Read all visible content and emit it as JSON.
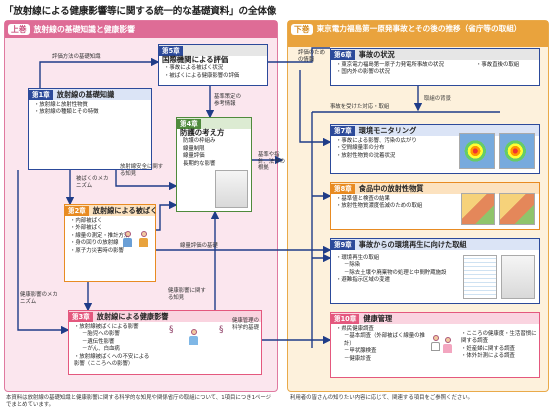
{
  "title": "「放射線による健康影響等に関する統一的な基礎資料」の全体像",
  "left_panel": {
    "tag": "上巻",
    "heading": "放射線の基礎知識と健康影響",
    "ch5": {
      "tag": "第5章",
      "title": "国際機関による評価",
      "items": [
        "事故による被ばく状況",
        "被ばくによる健康影響の評価"
      ]
    },
    "ch1": {
      "tag": "第1章",
      "title": "放射線の基礎知識",
      "items": [
        "放射線と放射性物質",
        "放射線の種類とその特徴"
      ]
    },
    "ch4": {
      "tag": "第4章",
      "title": "防護の考え方",
      "items": [
        "防護の枠組み",
        "線量制限",
        "線量評価",
        "長期的な影響"
      ]
    },
    "ch2": {
      "tag": "第2章",
      "title": "放射線による被ばく",
      "items": [
        "内部被ばく",
        "外部被ばく",
        "線量の測定・推計方法",
        "身の回りの放射線",
        "原子力災害時の影響"
      ]
    },
    "ch3": {
      "tag": "第3章",
      "title": "放射線による健康影響",
      "items": [
        "放射線被ばくによる影響"
      ],
      "subitems": [
        "胎児への影響",
        "遺伝性影響",
        "がん、白血病"
      ],
      "items2": [
        "放射線被ばくへの不安による影響（こころへの影響）"
      ]
    },
    "labels": {
      "eval_basis": "評価方法の基礎知識",
      "standard_basis": "基準策定の参考情報",
      "exposure_mechanism": "被ばくのメカニズム",
      "protection_knowledge": "放射線安全に関する知見",
      "dose_eval_basis": "線量評価の基礎",
      "health_mechanism": "健康影響のメカニズム",
      "health_knowledge": "健康影響に関する知見",
      "health_mgmt_basis": "健康管理の科学的基礎",
      "policy_basis": "基準や指針、法令の根拠"
    },
    "footer": "本資料は放射線の基礎知識と健康影響に関する科学的な知見や関係省庁の取組について、1項目につき1ページでまとめています。"
  },
  "right_panel": {
    "tag": "下巻",
    "heading": "東京電力福島第一原発事故とその後の推移（省庁等の取組）",
    "ch6": {
      "tag": "第6章",
      "title": "事故の状況",
      "items": [
        "東京電力福島第一原子力発電所事故の状況",
        "事故直後の取組",
        "国内外の影響の状況"
      ]
    },
    "ch7": {
      "tag": "第7章",
      "title": "環境モニタリング",
      "items": [
        "事故による影響、汚染の広がり",
        "空間線量率の分布",
        "放射性物質の沈着状況"
      ]
    },
    "ch8": {
      "tag": "第8章",
      "title": "食品中の放射性物質",
      "items": [
        "基準値と検査の結果",
        "放射性物質濃度低減のための取組"
      ]
    },
    "ch9": {
      "tag": "第9章",
      "title": "事故からの環境再生に向けた取組",
      "items": [
        "環境再生の取組"
      ],
      "subitems": [
        "除染",
        "除去土壌や廃棄物の処理と中間貯蔵施設"
      ],
      "items2": [
        "避難指示区域の変遷"
      ]
    },
    "ch10": {
      "tag": "第10章",
      "title": "健康管理",
      "items": [
        "県民健康調査"
      ],
      "subitems": [
        "基本調査（外部被ばく線量の推計）",
        "甲状腺検査",
        "健康診査"
      ],
      "items2": [
        "こころの健康度・生活習慣に関する調査",
        "妊産婦に関する調査",
        "体外計測による調査"
      ]
    },
    "labels": {
      "eval_info": "評価のための情報",
      "initiatives": "取組の背景",
      "response": "事故を受けた対応・取組"
    },
    "footer": "利用者の皆さんの知りたい内容に応じて、関連する項目をご参照ください。"
  },
  "colors": {
    "left_accent": "#de6c96",
    "right_accent": "#e9a33d",
    "chapter_blue": "#2c4a9a"
  }
}
